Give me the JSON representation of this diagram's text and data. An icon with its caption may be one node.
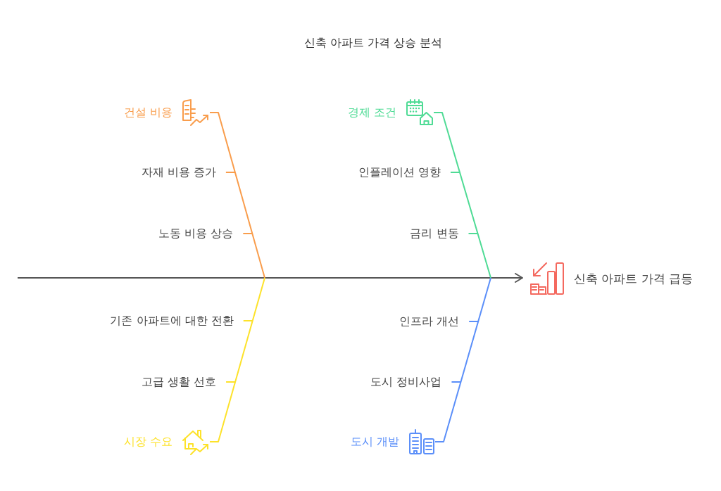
{
  "diagram": {
    "title": "신축 아파트 가격 상승 분석",
    "nodes": [
      {
        "text": [
          "신축 아파트 가격 급등"
        ]
      },
      {
        "text": [
          "건설 비용"
        ]
      },
      {
        "text": [
          "자재 비용 증가"
        ]
      },
      {
        "text": [
          "노동 비용 상승"
        ]
      },
      {
        "text": [
          "경제 조건"
        ]
      },
      {
        "text": [
          "인플레이션 영향"
        ]
      },
      {
        "text": [
          "금리 변동"
        ]
      },
      {
        "text": [
          "시장 수요"
        ]
      },
      {
        "text": [
          "기존 아파트에 대한 전환"
        ]
      },
      {
        "text": [
          "고급 생활 선호"
        ]
      },
      {
        "text": [
          "도시 개발"
        ]
      },
      {
        "text": [
          "인프라 개선"
        ]
      },
      {
        "text": [
          "도시 정비사업"
        ]
      }
    ],
    "edges": [
      {
        "from": null,
        "to": 0,
        "arrow": "to",
        "color": "#555555"
      },
      {
        "from": 1,
        "to": null,
        "arrow": "none",
        "color": "#f99d4c"
      },
      {
        "from": 2,
        "to": null,
        "arrow": "none",
        "color": "#f99d4c"
      },
      {
        "from": 3,
        "to": null,
        "arrow": "none",
        "color": "#f99d4c"
      },
      {
        "from": 4,
        "to": null,
        "arrow": "none",
        "color": "#4fdb95"
      },
      {
        "from": 5,
        "to": null,
        "arrow": "none",
        "color": "#4fdb95"
      },
      {
        "from": 6,
        "to": null,
        "arrow": "none",
        "color": "#4fdb95"
      },
      {
        "from": 7,
        "to": null,
        "arrow": "none",
        "color": "#fde22a"
      },
      {
        "from": 8,
        "to": null,
        "arrow": "none",
        "color": "#fde22a"
      },
      {
        "from": 9,
        "to": null,
        "arrow": "none",
        "color": "#fde22a"
      },
      {
        "from": 10,
        "to": null,
        "arrow": "none",
        "color": "#5b8ff9"
      },
      {
        "from": 11,
        "to": null,
        "arrow": "none",
        "color": "#5b8ff9"
      },
      {
        "from": 12,
        "to": null,
        "arrow": "none",
        "color": "#5b8ff9"
      }
    ]
  }
}
